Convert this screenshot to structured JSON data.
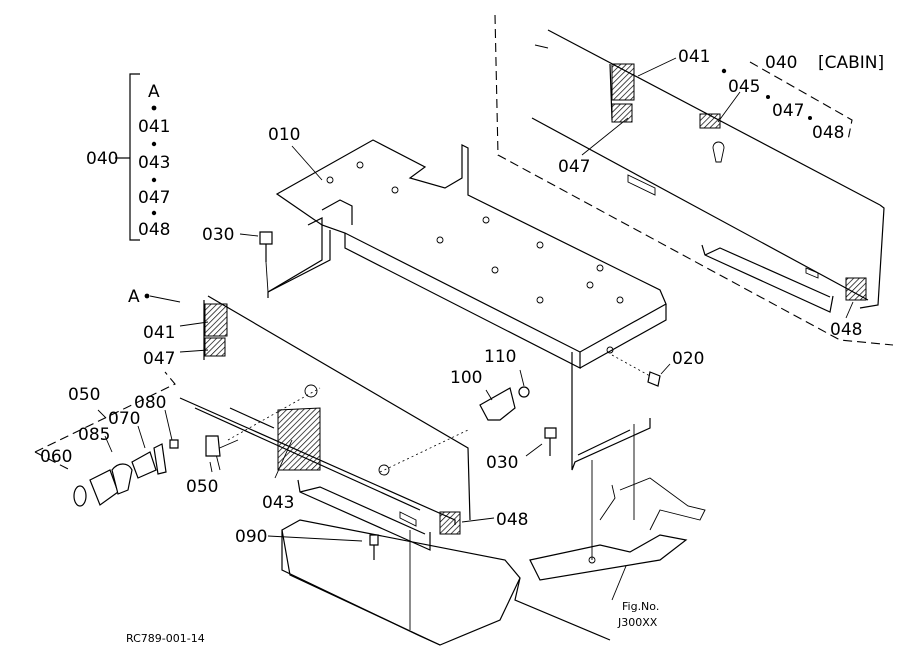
{
  "labels": {
    "cabin": "[CABIN]",
    "c040": "040",
    "c041": "041",
    "c045": "045",
    "c047_top": "047",
    "c048_top": "048",
    "c047_mid": "047",
    "c048_right": "048",
    "c010": "010",
    "c030_left": "030",
    "c020": "020",
    "c110": "110",
    "c100": "100",
    "c030_mid": "030",
    "c048_mid": "048",
    "c043": "043",
    "c050_small": "050",
    "c041_left": "041",
    "c047_left": "047",
    "a_ref": "A",
    "c050": "050",
    "c070": "070",
    "c080": "080",
    "c085": "085",
    "c060": "060",
    "c090": "090",
    "fig_no": "Fig.No.",
    "fig_code": "J300XX",
    "drawing_ref": "RC789-001-14"
  },
  "legend": {
    "group": "040",
    "header": "A",
    "items": [
      "041",
      "043",
      "047",
      "048"
    ]
  }
}
